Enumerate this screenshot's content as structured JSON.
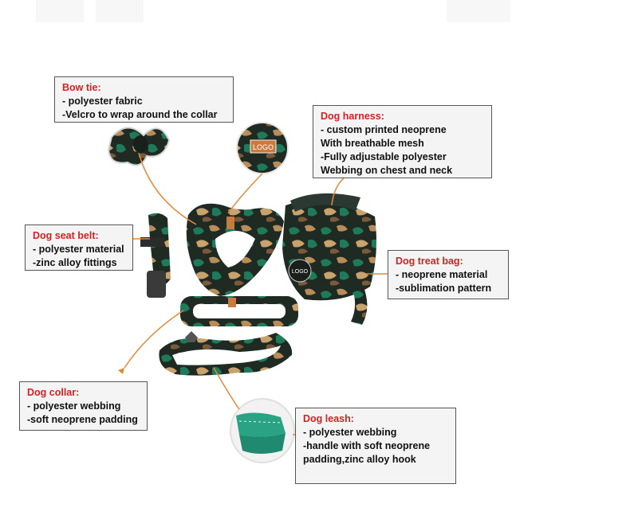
{
  "colors": {
    "accent_title": "#d32222",
    "callout_bg": "#f4f4f4",
    "connector": "#e08a3c",
    "camo_dark": "#1f2a23",
    "camo_green": "#1f7a5a",
    "camo_tan": "#b98d5a",
    "leash_teal": "#2aa284"
  },
  "callouts": {
    "bow_tie": {
      "title": "Bow tie:",
      "lines": [
        "- polyester fabric",
        "-Velcro to wrap around the collar"
      ]
    },
    "harness": {
      "title": "Dog harness:",
      "lines": [
        "- custom printed neoprene",
        "With breathable mesh",
        "-Fully adjustable polyester",
        "Webbing on chest and neck"
      ]
    },
    "seat_belt": {
      "title": "Dog seat belt:",
      "lines": [
        "- polyester material",
        "-zinc alloy fittings"
      ]
    },
    "treat_bag": {
      "title": "Dog treat bag:",
      "lines": [
        "- neoprene material",
        "-sublimation pattern"
      ]
    },
    "collar": {
      "title": "Dog collar:",
      "lines": [
        "- polyester webbing",
        "-soft neoprene padding"
      ]
    },
    "leash": {
      "title": "Dog leash:",
      "lines": [
        "- polyester webbing",
        "-handle with soft neoprene",
        "padding,zinc alloy hook"
      ]
    }
  },
  "logos": {
    "harness_logo": "LOGO",
    "bag_logo": "LOGO"
  }
}
